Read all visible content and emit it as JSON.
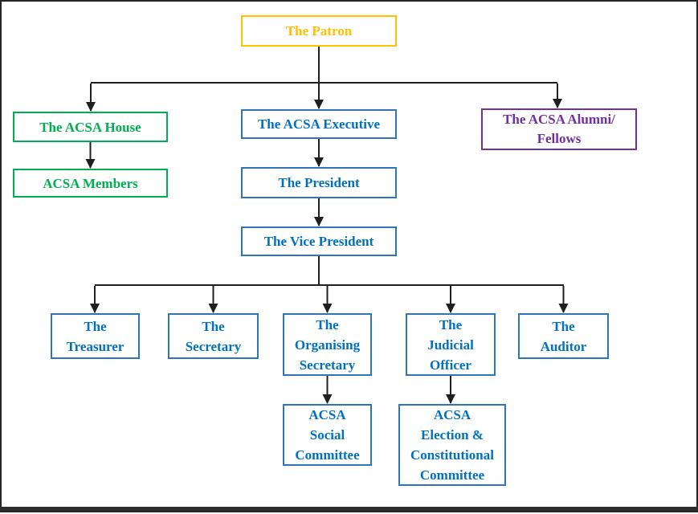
{
  "diagram": {
    "type": "org-chart",
    "organisation": "ACSA"
  },
  "palette": {
    "gold": "#FFC000",
    "green": "#00B050",
    "blue_border": "#2E75B6",
    "blue_text": "#0070C0",
    "purple": "#7030A0",
    "connector": "#1F1F1F",
    "frame": "#262626"
  },
  "nodes": {
    "patron": {
      "label": "The Patron",
      "color": "gold"
    },
    "house": {
      "label": "The ACSA House",
      "color": "green"
    },
    "members": {
      "label": "ACSA Members",
      "color": "green"
    },
    "executive": {
      "label": "The ACSA Executive",
      "color": "blue"
    },
    "alumni": {
      "label": "The ACSA Alumni/\nFellows",
      "color": "purple"
    },
    "president": {
      "label": "The President",
      "color": "blue"
    },
    "vice_president": {
      "label": "The Vice President",
      "color": "blue"
    },
    "treasurer": {
      "label": "The\nTreasurer",
      "color": "blue"
    },
    "secretary": {
      "label": "The\nSecretary",
      "color": "blue"
    },
    "organising_secretary": {
      "label": "The\nOrganising\nSecretary",
      "color": "blue"
    },
    "judicial_officer": {
      "label": "The\nJudicial\nOfficer",
      "color": "blue"
    },
    "auditor": {
      "label": "The\nAuditor",
      "color": "blue"
    },
    "social_committee": {
      "label": "ACSA\nSocial\nCommittee",
      "color": "blue"
    },
    "election_committee": {
      "label": "ACSA\nElection &\nConstitutional\nCommittee",
      "color": "blue"
    }
  },
  "edges": [
    {
      "from": "patron",
      "to": "house"
    },
    {
      "from": "patron",
      "to": "executive"
    },
    {
      "from": "patron",
      "to": "alumni"
    },
    {
      "from": "house",
      "to": "members"
    },
    {
      "from": "executive",
      "to": "president"
    },
    {
      "from": "president",
      "to": "vice_president"
    },
    {
      "from": "vice_president",
      "to": "treasurer"
    },
    {
      "from": "vice_president",
      "to": "secretary"
    },
    {
      "from": "vice_president",
      "to": "organising_secretary"
    },
    {
      "from": "vice_president",
      "to": "judicial_officer"
    },
    {
      "from": "vice_president",
      "to": "auditor"
    },
    {
      "from": "organising_secretary",
      "to": "social_committee"
    },
    {
      "from": "judicial_officer",
      "to": "election_committee"
    }
  ]
}
